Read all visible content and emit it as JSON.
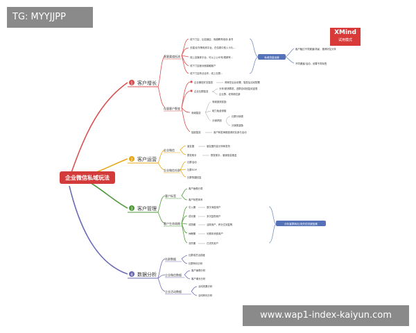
{
  "watermark": {
    "top_left": "TG: MYYJJPP",
    "bottom_right": "www.wap1-index-kaiyun.com"
  },
  "badge": {
    "brand": "XMind",
    "mode": "试用模式"
  },
  "root": {
    "label": "企业微信私域玩法"
  },
  "branches": {
    "b1": {
      "label": "客户增长",
      "num": "1",
      "color": "#d94f4f"
    },
    "b2": {
      "label": "客户运营",
      "num": "2",
      "color": "#e6a817"
    },
    "b3": {
      "label": "客户管理",
      "num": "3",
      "color": "#4f9a3a"
    },
    "b4": {
      "label": "数据分析",
      "num": "4",
      "color": "#6b6bb4"
    }
  },
  "growth": {
    "channels": {
      "label": "获客渠道拓流",
      "items": [
        "线下门店，比如酒店，商超教育培训-读书",
        "天猫/京东等电商平台，在包裹中放入卡片...",
        "线上自媒体平台，可以上公众号/视频号...",
        "线下门店面对面接触客户",
        "线下门店商业合作，线上社群..."
      ]
    },
    "guide_tag": "私域流量运营",
    "tips": [
      "客户触达不同渠道/场景，推荐好友分享",
      "不同渠道/活动，设置不同标签"
    ],
    "existing": {
      "label": "存量客户裂变",
      "l1a": "企业微信好友裂变",
      "l1a_note": "商家在后台设置，裂变后活动配置",
      "l1b": "企业社群裂变",
      "l1b_note": "分享/邀请群发，进群自动回复欢迎语",
      "l1b_note2": "企业群，老带新拉新",
      "l1c": "商城裂变",
      "l1c_items": [
        "商城邀请奖励",
        "助力免费领取",
        "分销拼团"
      ],
      "l1c_sub": [
        "社群分销类",
        "分销类激励"
      ],
      "l1d": "抽奖裂变",
      "l1d_note": "用户转发海报邀请好友参与活动"
    }
  },
  "ops": {
    "n1": "企业微信",
    "n1_items": [
      "朋友圈",
      "群发助手"
    ],
    "n1a_note": "朋友圈内容分享和发布",
    "n1b_note": "群发助手，营销信息推送",
    "n2": "企业微信社群",
    "n2_items": [
      "社群活动",
      "社群SOP",
      "社群快捷回复"
    ]
  },
  "mgmt": {
    "tags": "客户标签",
    "tags_items": [
      "客户画像分类",
      "客户标签体系"
    ],
    "lifecycle": "客户生命周期",
    "lc_items": [
      "引入期",
      "成长期",
      "成熟期",
      "休眠期",
      "流失期"
    ],
    "lc_notes": [
      "首次消费用户",
      "多次复购用户",
      "活跃用户，积分达到复购",
      "长期未消费用户",
      "已流失用户"
    ],
    "lc_tag": "分析客群转化/流失的关键因素"
  },
  "data": {
    "d1": "社群数据",
    "d1_items": [
      "社群成员活跃度",
      "社群转化分析"
    ],
    "d2": "企业微信数据",
    "d2_items": [
      "客户画像分析",
      "客户增长分析"
    ],
    "d3": "企业活动数据",
    "d3_items": [
      "活动效果分析",
      "活动转化分析"
    ]
  }
}
